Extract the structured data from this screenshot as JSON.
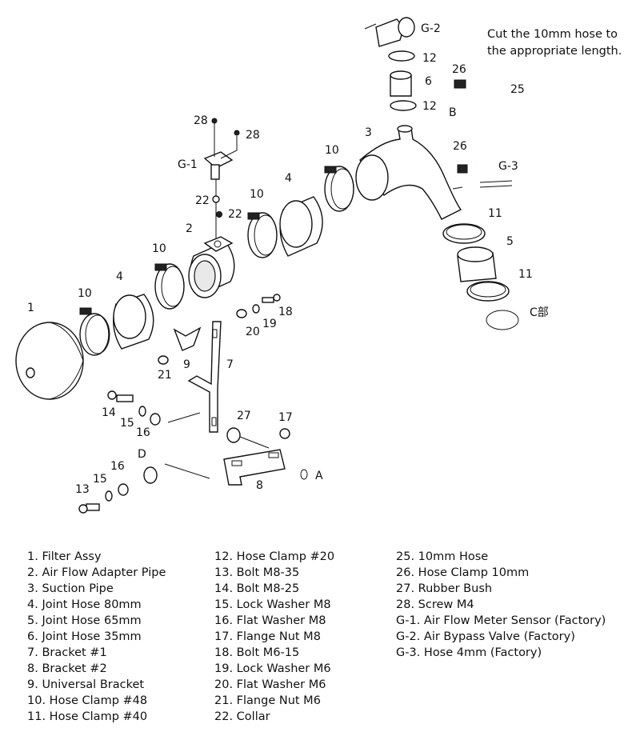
{
  "note": "Cut the 10mm hose to the appropriate length.",
  "callouts": {
    "c1": "1",
    "c2": "2",
    "c3": "3",
    "c4a": "4",
    "c4b": "4",
    "c5": "5",
    "c6": "6",
    "c7": "7",
    "c8": "8",
    "c9": "9",
    "c10a": "10",
    "c10b": "10",
    "c10c": "10",
    "c10d": "10",
    "c11a": "11",
    "c11b": "11",
    "c12a": "12",
    "c12b": "12",
    "c13": "13",
    "c14": "14",
    "c15a": "15",
    "c15b": "15",
    "c16a": "16",
    "c16b": "16",
    "c17": "17",
    "c18": "18",
    "c19": "19",
    "c20": "20",
    "c21": "21",
    "c22a": "22",
    "c22b": "22",
    "c25": "25",
    "c26a": "26",
    "c26b": "26",
    "c27": "27",
    "c28a": "28",
    "c28b": "28",
    "g1": "G-1",
    "g2": "G-2",
    "g3": "G-3",
    "A": "A",
    "B": "B",
    "D": "D",
    "Cpart": "C部"
  },
  "legend": {
    "col1": [
      "1. Filter Assy",
      "2. Air Flow Adapter Pipe",
      "3. Suction Pipe",
      "4. Joint Hose  80mm",
      "5. Joint Hose  65mm",
      "6. Joint Hose  35mm",
      "7. Bracket #1",
      "8. Bracket #2",
      "9. Universal Bracket",
      "10. Hose Clamp  #48",
      "11. Hose Clamp  #40"
    ],
    "col2": [
      "12. Hose Clamp  #20",
      "13. Bolt  M8-35",
      "14. Bolt  M8-25",
      "15. Lock Washer  M8",
      "16. Flat Washer  M8",
      "17. Flange Nut  M8",
      "18. Bolt  M6-15",
      "19. Lock Washer  M6",
      "20. Flat Washer  M6",
      "21. Flange Nut  M6",
      "22. Collar"
    ],
    "col3": [
      "25. 10mm Hose",
      "26. Hose Clamp  10mm",
      "27. Rubber Bush",
      "28. Screw  M4",
      "G-1. Air Flow Meter Sensor (Factory)",
      "G-2. Air Bypass Valve (Factory)",
      "G-3. Hose 4mm (Factory)"
    ]
  }
}
